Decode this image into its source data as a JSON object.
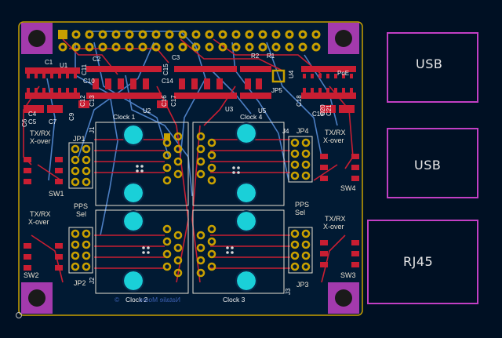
{
  "colors": {
    "background": "#001023",
    "board_edge": "#c8a000",
    "copper_front": "#c81e32",
    "copper_back": "#4d7fc4",
    "pad": "#c8a000",
    "silk": "#e8e0d0",
    "mount_hole": "#b03ab8",
    "via_fill": "#1ad0d8",
    "ext_outline": "#c23fc4"
  },
  "board": {
    "clock_labels": [
      "Clock 1",
      "Clock 4",
      "Clock 2",
      "Clock 3"
    ],
    "left_labels": {
      "txrx_top_1": "TX/RX",
      "txrx_top_2": "X-over",
      "sw1": "SW1",
      "txrx_bot_1": "TX/RX",
      "txrx_bot_2": "X-over",
      "sw2": "SW2",
      "jp1": "JP1",
      "jp2": "JP2",
      "pps": "PPS",
      "sel": "Sel"
    },
    "right_labels": {
      "txrx_top_1": "TX/RX",
      "txrx_top_2": "X-over",
      "sw4": "SW4",
      "txrx_bot_1": "TX/RX",
      "txrx_bot_2": "X-over",
      "sw3": "SW3",
      "jp4": "JP4",
      "jp3": "JP3",
      "pps": "PPS",
      "sel": "Sel"
    },
    "refs": {
      "c1": "C1",
      "u1": "U1",
      "c2": "C2",
      "c3": "C3",
      "c4": "C4",
      "c5": "C5",
      "c6": "C6",
      "c7": "C7",
      "c9": "C9",
      "c10": "C10",
      "c11": "C11",
      "c12": "C12",
      "c13": "C13",
      "c14": "C14",
      "c15": "C15",
      "c16": "C16",
      "c17": "C17",
      "c18": "C18",
      "c19": "C19",
      "c20": "C20",
      "c21": "C21",
      "u2": "U2",
      "u3": "U3",
      "u5": "U5",
      "u4": "U4",
      "r1": "R1",
      "r2": "R2",
      "jp5": "JP5",
      "poe": "PoE",
      "j1": "J1",
      "j2": "J2",
      "j3": "J3",
      "j4": "J4"
    },
    "mirrored_author": "Natalie Moore"
  },
  "external": {
    "usb1": "USB",
    "usb2": "USB",
    "rj45": "RJ45"
  }
}
